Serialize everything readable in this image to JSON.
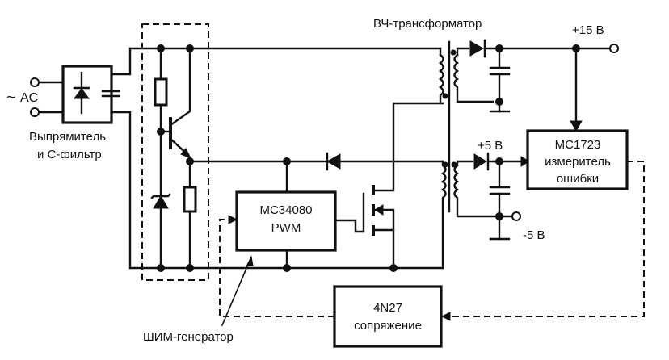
{
  "diagram": {
    "type": "circuit-schematic",
    "language": "ru",
    "labels": {
      "ac_input": "AC",
      "ac_tilde": "~",
      "rectifier_line1": "Выпрямитель",
      "rectifier_line2": "и C-фильтр",
      "transformer": "ВЧ-трансформатор",
      "plus15": "+15 В",
      "plus5": "+5 В",
      "minus5": "-5 В",
      "pwm_generator": "ШИМ-генератор"
    },
    "blocks": {
      "error_amp": {
        "line1": "MC1723",
        "line2": "измеритель",
        "line3": "ошибки"
      },
      "pwm": {
        "line1": "MC34080",
        "line2": "PWM"
      },
      "optocoupler": {
        "line1": "4N27",
        "line2": "сопряжение"
      }
    },
    "components": [
      "rectifier-bridge",
      "filter-capacitor",
      "startup-resistor",
      "npn-transistor",
      "zener-diode",
      "emitter-resistor",
      "feedback-diode",
      "mosfet",
      "hf-transformer",
      "rectifier-diode-15v",
      "filter-cap-15v",
      "rectifier-diode-5v",
      "filter-cap-5v"
    ]
  }
}
